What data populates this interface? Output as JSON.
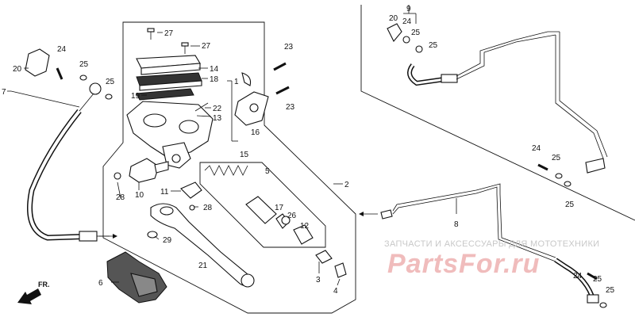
{
  "diagram": {
    "part_labels": [
      "1",
      "2",
      "3",
      "4",
      "5",
      "6",
      "7",
      "8",
      "9",
      "10",
      "11",
      "12",
      "13",
      "14",
      "15",
      "16",
      "17",
      "18",
      "19",
      "20",
      "21",
      "22",
      "23",
      "24",
      "25",
      "26",
      "27",
      "28",
      "29"
    ],
    "callouts": [
      {
        "id": "c27a",
        "text": "27"
      },
      {
        "id": "c27b",
        "text": "27"
      },
      {
        "id": "c14",
        "text": "14"
      },
      {
        "id": "c18",
        "text": "18"
      },
      {
        "id": "c19",
        "text": "19"
      },
      {
        "id": "c22",
        "text": "22"
      },
      {
        "id": "c13",
        "text": "13"
      },
      {
        "id": "c23a",
        "text": "23"
      },
      {
        "id": "c23b",
        "text": "23"
      },
      {
        "id": "c1",
        "text": "1"
      },
      {
        "id": "c16",
        "text": "16"
      },
      {
        "id": "c15",
        "text": "15"
      },
      {
        "id": "c24a",
        "text": "24"
      },
      {
        "id": "c25a",
        "text": "25"
      },
      {
        "id": "c20a",
        "text": "20"
      },
      {
        "id": "c7",
        "text": "7"
      },
      {
        "id": "c25b",
        "text": "25"
      },
      {
        "id": "c28a",
        "text": "28"
      },
      {
        "id": "c10",
        "text": "10"
      },
      {
        "id": "c11",
        "text": "11"
      },
      {
        "id": "c28b",
        "text": "28"
      },
      {
        "id": "c29",
        "text": "29"
      },
      {
        "id": "c5",
        "text": "5"
      },
      {
        "id": "c2",
        "text": "2"
      },
      {
        "id": "c17",
        "text": "17"
      },
      {
        "id": "c26",
        "text": "26"
      },
      {
        "id": "c12",
        "text": "12"
      },
      {
        "id": "c21",
        "text": "21"
      },
      {
        "id": "c3",
        "text": "3"
      },
      {
        "id": "c4",
        "text": "4"
      },
      {
        "id": "c6",
        "text": "6"
      },
      {
        "id": "c9",
        "text": "9"
      },
      {
        "id": "c20b",
        "text": "20"
      },
      {
        "id": "c24b",
        "text": "24"
      },
      {
        "id": "c25c",
        "text": "25"
      },
      {
        "id": "c25d",
        "text": "25"
      },
      {
        "id": "c24c",
        "text": "24"
      },
      {
        "id": "c25e",
        "text": "25"
      },
      {
        "id": "c25f",
        "text": "25"
      },
      {
        "id": "c8",
        "text": "8"
      },
      {
        "id": "c24d",
        "text": "24"
      },
      {
        "id": "c25g",
        "text": "25"
      },
      {
        "id": "c25h",
        "text": "25"
      }
    ],
    "front_label": "FR.",
    "watermark_text": "ЗАПЧАСТИ И АКСЕССУАРЫ ДЛЯ МОТОТЕХНИКИ",
    "watermark_logo": "PartsFor.ru"
  }
}
